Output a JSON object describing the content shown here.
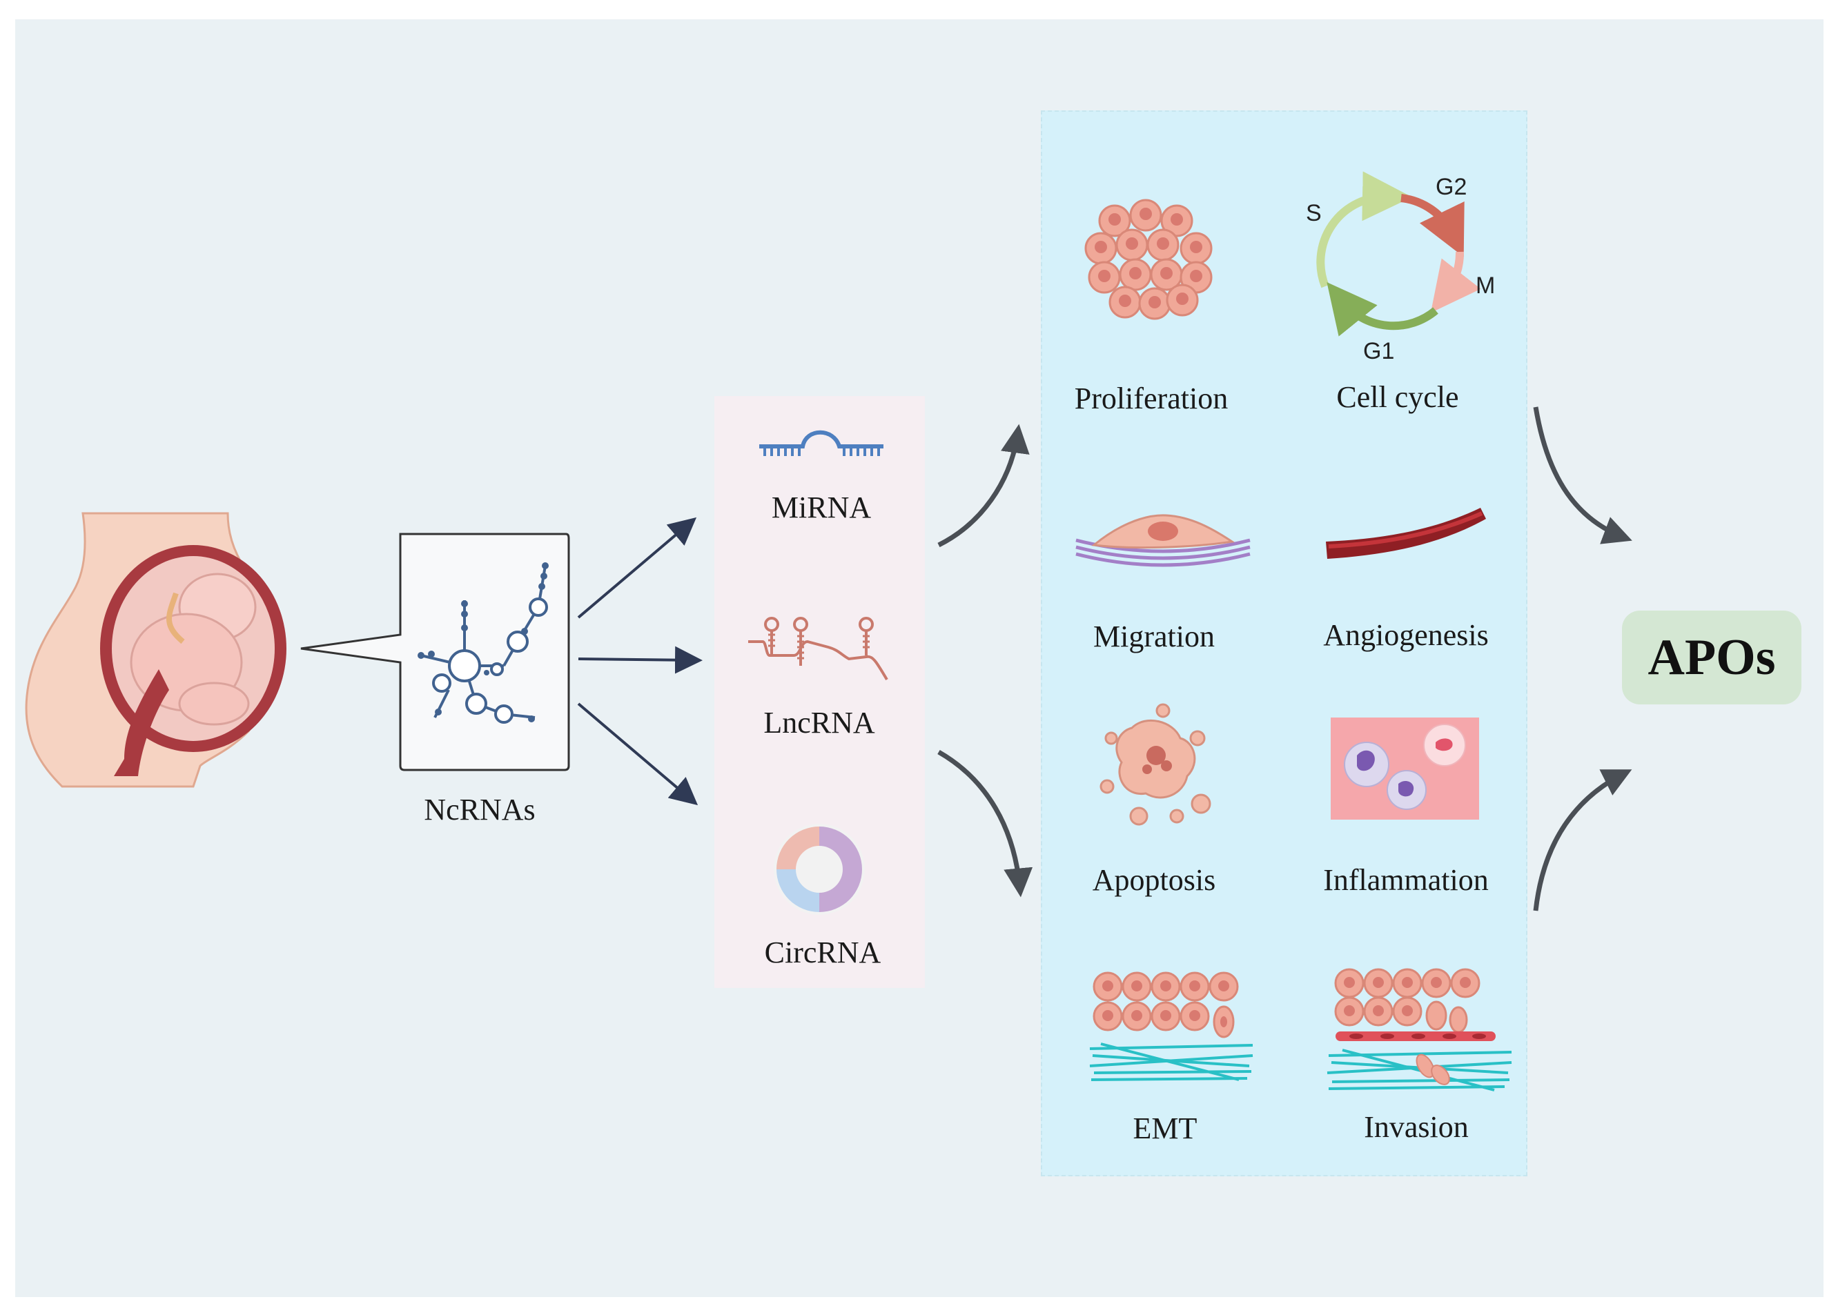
{
  "ncrnas_label": "NcRNAs",
  "ncrna_types": {
    "mirna": "MiRNA",
    "lncrna": "LncRNA",
    "circrna": "CircRNA"
  },
  "processes": {
    "proliferation": "Proliferation",
    "cell_cycle": "Cell cycle",
    "migration": "Migration",
    "angiogenesis": "Angiogenesis",
    "apoptosis": "Apoptosis",
    "inflammation": "Inflammation",
    "emt": "EMT",
    "invasion": "Invasion"
  },
  "cell_cycle_phases": {
    "s": "S",
    "g2": "G2",
    "m": "M",
    "g1": "G1"
  },
  "outcome": "APOs",
  "colors": {
    "background": "#eaf1f4",
    "ncrna_panel": "#f6eef2",
    "process_panel": "#d5f1fa",
    "outcome_box": "#d4e7d3",
    "arrow_dark": "#2f3a55",
    "arrow_grey": "#4a4f55"
  }
}
